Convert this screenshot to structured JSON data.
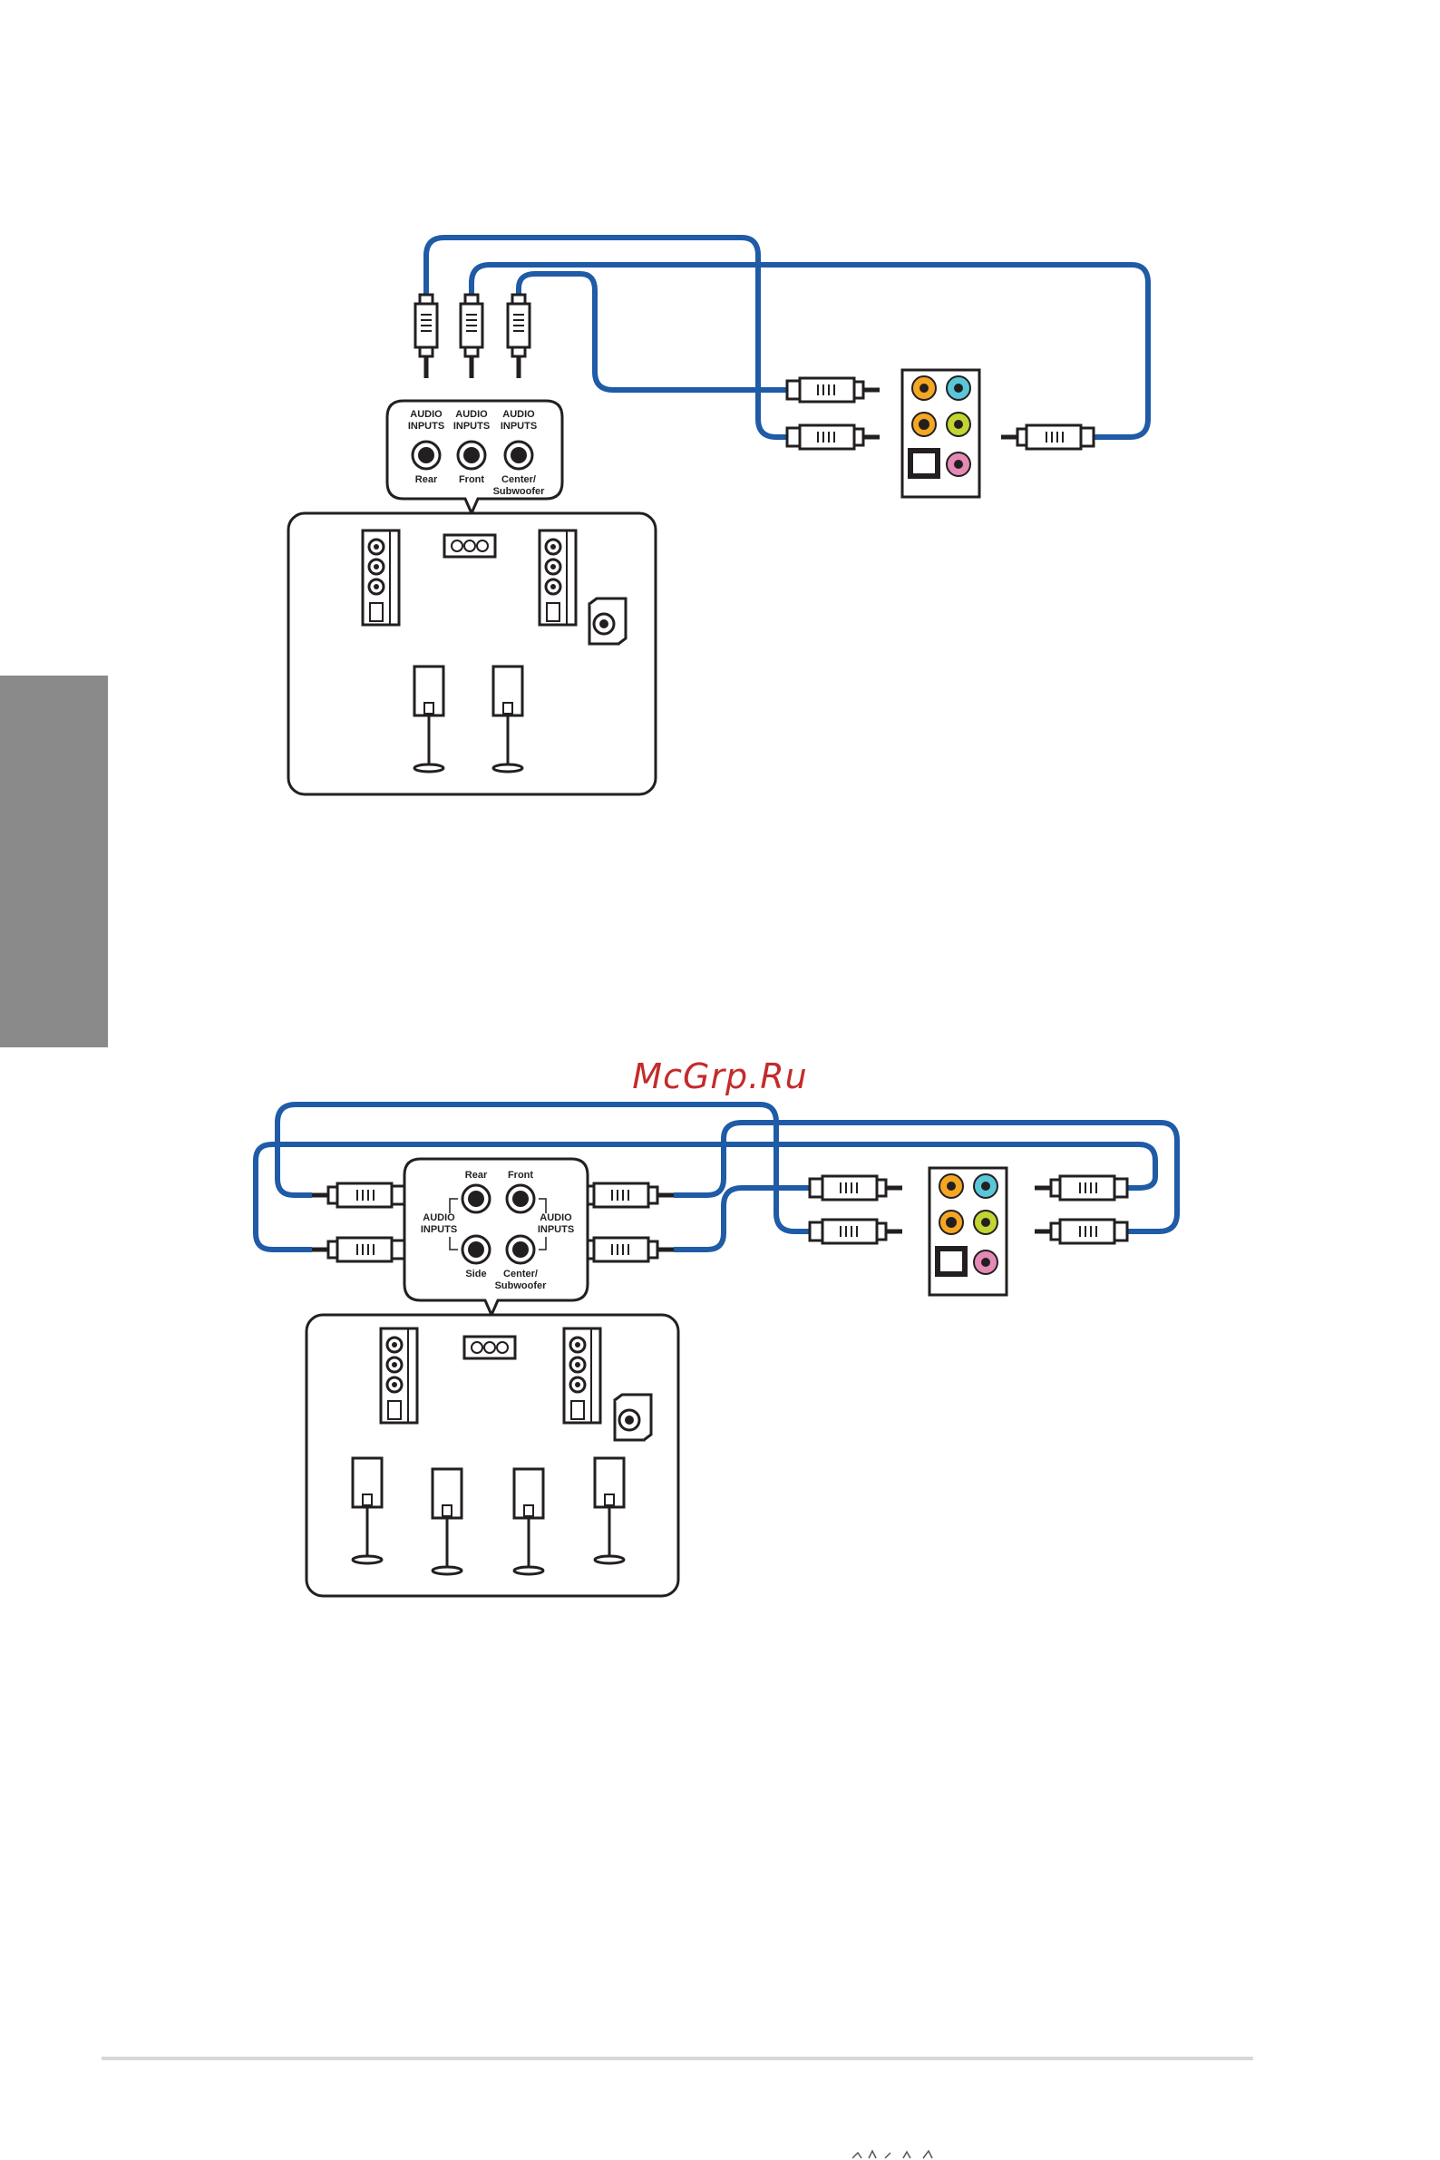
{
  "watermark": "McGrp.Ru",
  "icons": {
    "plug": "rca-plug-icon",
    "jack": "audio-jack-icon",
    "tower": "floor-speaker-icon",
    "sub": "subwoofer-icon",
    "satellite": "satellite-speaker-icon",
    "center": "center-speaker-icon",
    "optical": "optical-port-icon"
  },
  "colors": {
    "cable": "#1f5ba6",
    "jack_orange": "#f5a623",
    "jack_black": "#231f20",
    "jack_blue": "#59c7d8",
    "jack_lime": "#c2d531",
    "jack_pink": "#e58ab5",
    "side_tab": "#8a8a8a",
    "watermark": "#c42b2b"
  },
  "diagram_top": {
    "inputs": [
      {
        "line1": "AUDIO",
        "line2": "INPUTS",
        "jack": "Rear",
        "jack2": ""
      },
      {
        "line1": "AUDIO",
        "line2": "INPUTS",
        "jack": "Front",
        "jack2": ""
      },
      {
        "line1": "AUDIO",
        "line2": "INPUTS",
        "jack": "Center/",
        "jack2": "Subwoofer"
      }
    ]
  },
  "diagram_bottom": {
    "rear": "Rear",
    "front": "Front",
    "side": "Side",
    "center1": "Center/",
    "center2": "Subwoofer",
    "audio": "AUDIO",
    "inputs": "INPUTS"
  }
}
